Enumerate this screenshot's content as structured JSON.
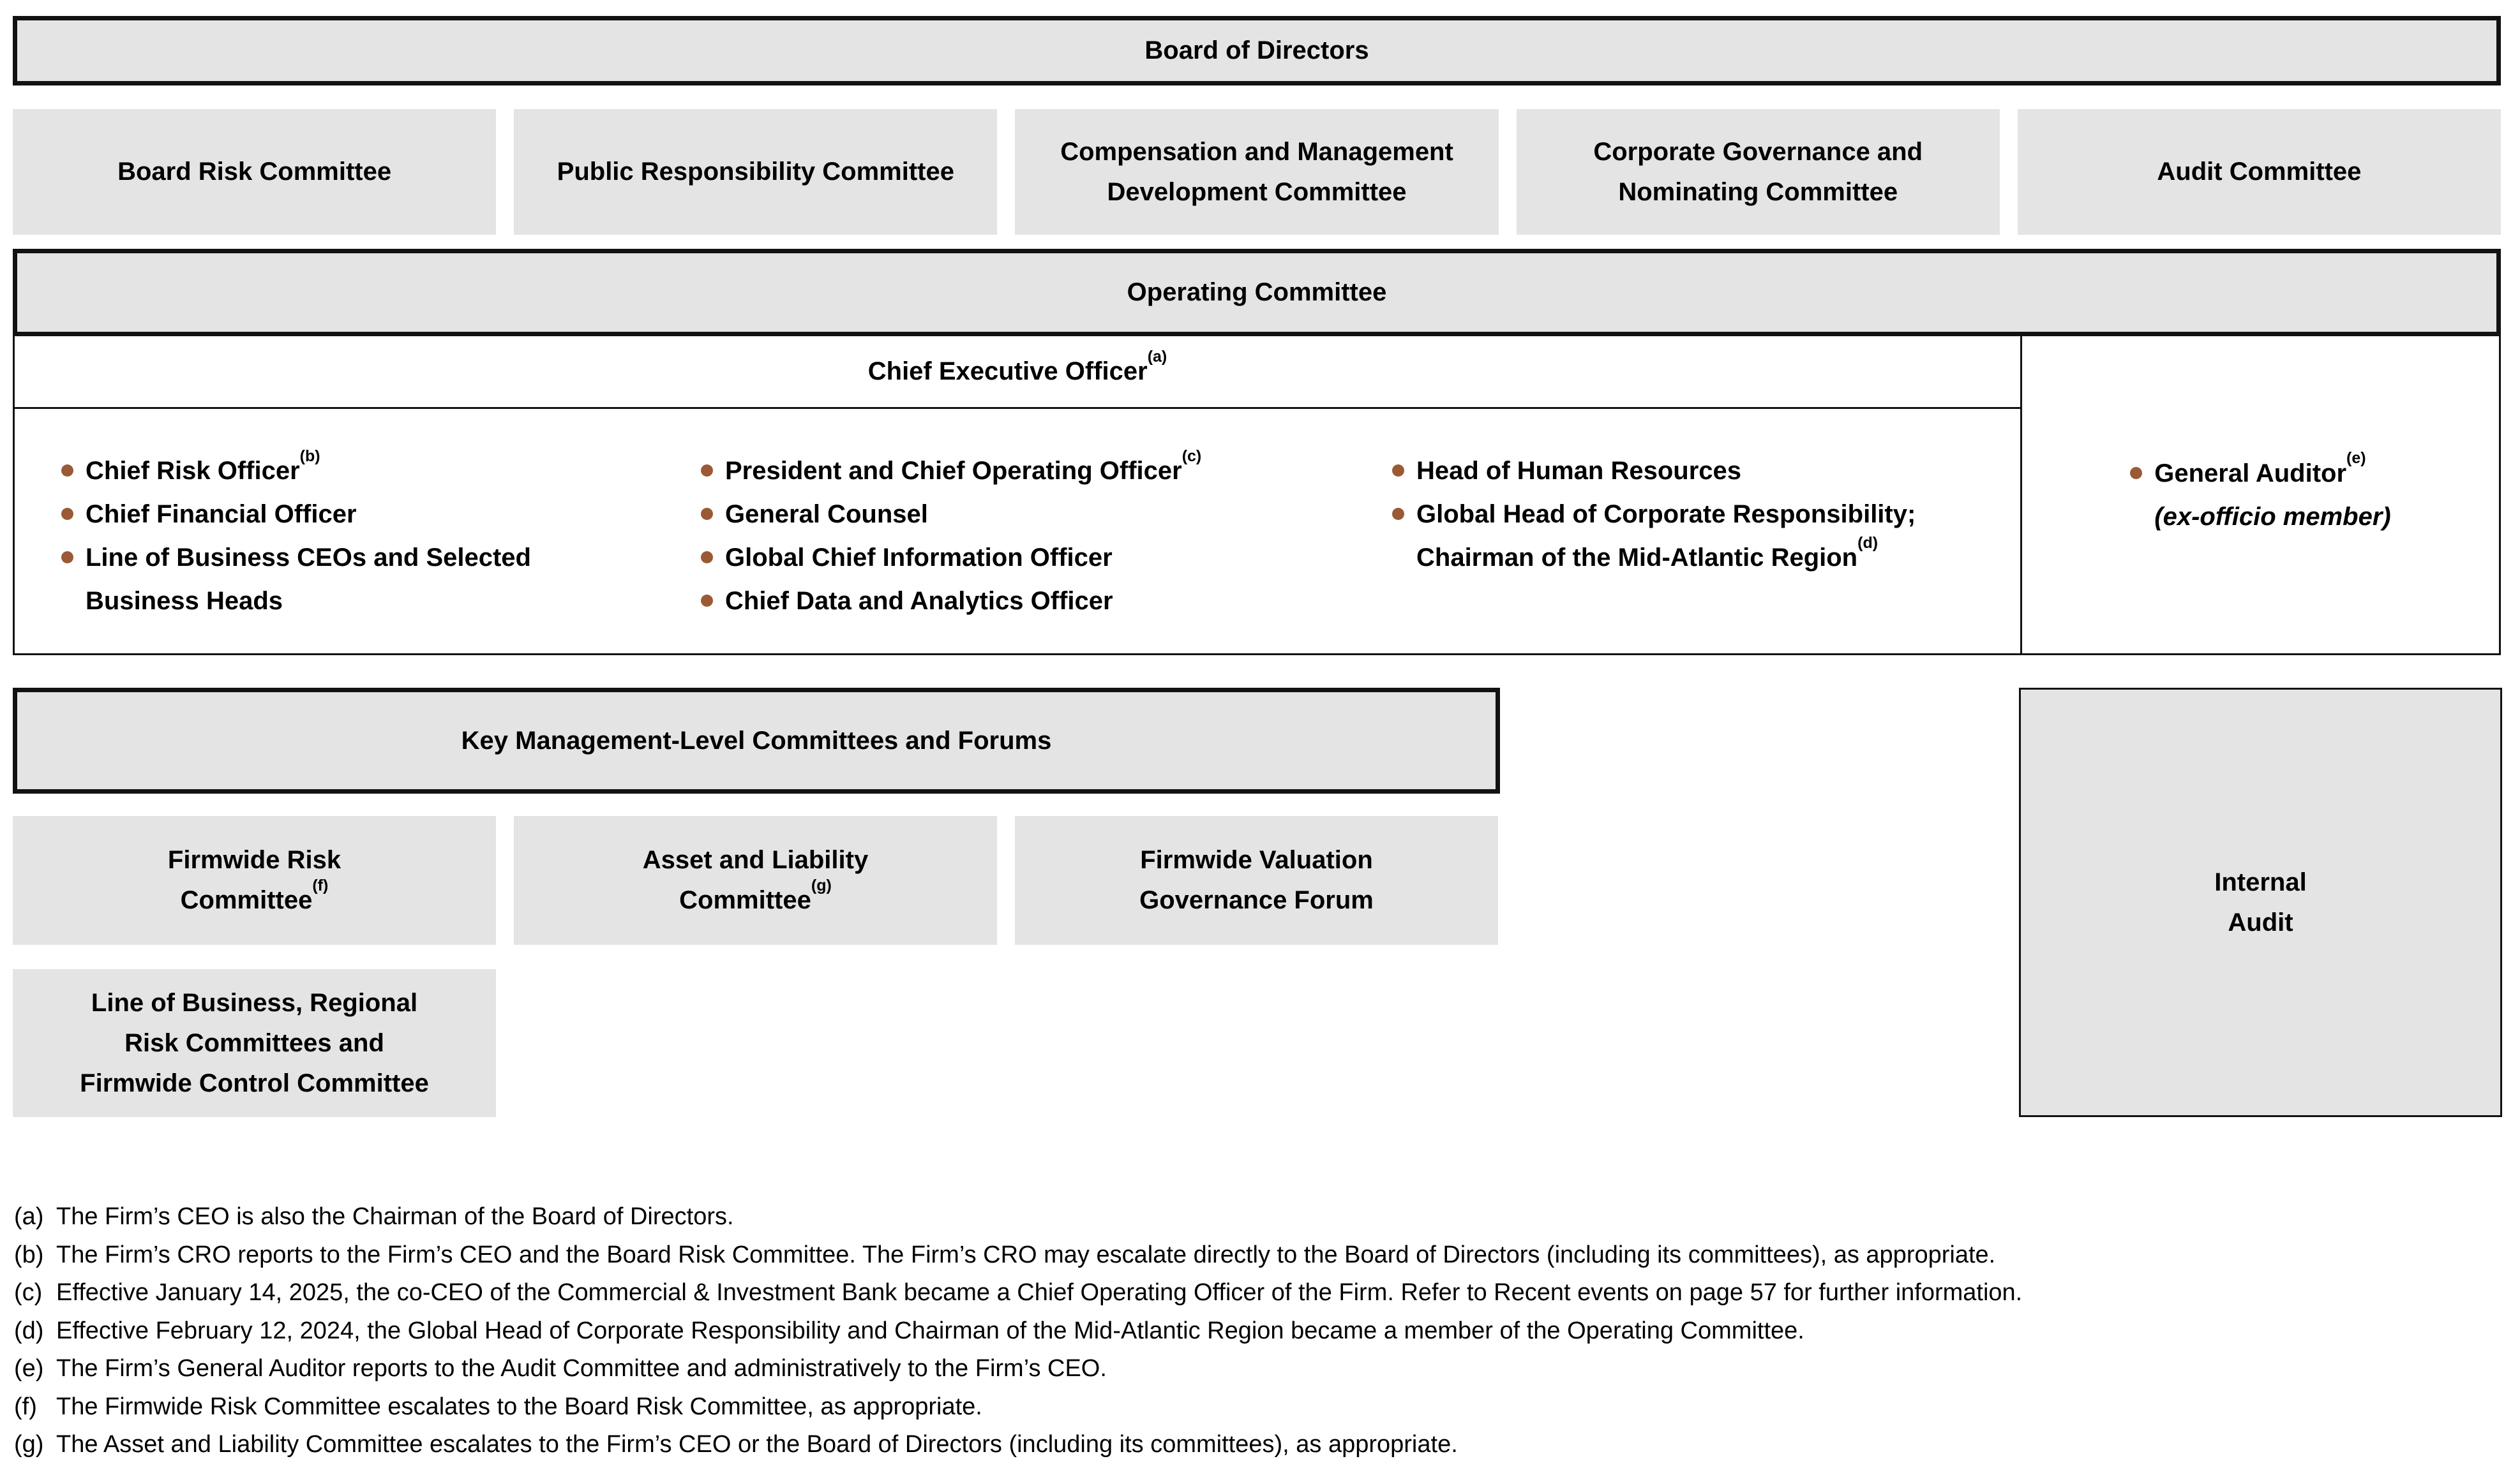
{
  "colors": {
    "box_fill": "#e4e4e4",
    "border": "#121212",
    "bullet": "#9a5a35",
    "text": "#000000"
  },
  "board": {
    "title": "Board of Directors"
  },
  "board_committees": [
    "Board Risk Committee",
    "Public Responsibility Committee",
    "Compensation and Management Development Committee",
    "Corporate Governance and Nominating Committee",
    "Audit Committee"
  ],
  "operating_committee": {
    "title": "Operating Committee",
    "ceo": {
      "label": "Chief Executive Officer",
      "footnote": "(a)"
    },
    "member_columns": [
      [
        {
          "label": "Chief Risk Officer",
          "footnote": "(b)"
        },
        {
          "label": "Chief Financial Officer",
          "footnote": ""
        },
        {
          "label": "Line of Business CEOs and Selected Business Heads",
          "footnote": ""
        }
      ],
      [
        {
          "label": "President and Chief Operating Officer",
          "footnote": "(c)"
        },
        {
          "label": "General Counsel",
          "footnote": ""
        },
        {
          "label": "Global Chief Information Officer",
          "footnote": ""
        },
        {
          "label": "Chief Data and Analytics Officer",
          "footnote": ""
        }
      ],
      [
        {
          "label": "Head of Human Resources",
          "footnote": ""
        },
        {
          "label": "Global Head of Corporate Responsibility; Chairman of the Mid-Atlantic Region",
          "footnote": "(d)"
        }
      ]
    ],
    "general_auditor": {
      "label": "General Auditor",
      "footnote": "(e)",
      "note": "(ex-officio member)"
    }
  },
  "key_management": {
    "title": "Key Management-Level Committees and Forums",
    "committees": [
      {
        "line1": "Firmwide Risk",
        "line2": "Committee",
        "footnote": "(f)"
      },
      {
        "line1": "Asset and Liability",
        "line2": "Committee",
        "footnote": "(g)"
      },
      {
        "line1": "Firmwide Valuation",
        "line2": "Governance Forum",
        "footnote": ""
      }
    ],
    "additional": {
      "line1": "Line of Business, Regional",
      "line2": "Risk Committees and",
      "line3": "Firmwide Control Committee"
    }
  },
  "internal_audit": {
    "line1": "Internal",
    "line2": "Audit"
  },
  "footnotes": [
    {
      "marker": "(a)",
      "text": "The Firm’s CEO is also the Chairman of the Board of Directors."
    },
    {
      "marker": "(b)",
      "text": "The Firm’s CRO reports to the Firm’s CEO and the Board Risk Committee. The Firm’s CRO may escalate directly to the Board of Directors (including its committees), as appropriate."
    },
    {
      "marker": "(c)",
      "text": "Effective January 14, 2025, the co-CEO of the Commercial & Investment Bank became a Chief Operating Officer of the Firm. Refer to Recent events on page 57 for further information."
    },
    {
      "marker": "(d)",
      "text": "Effective February 12, 2024, the Global Head of Corporate Responsibility and Chairman of the Mid-Atlantic Region became a member of the Operating Committee."
    },
    {
      "marker": "(e)",
      "text": "The Firm’s General Auditor reports to the Audit Committee and administratively to the Firm’s CEO."
    },
    {
      "marker": "(f)",
      "text": "The Firmwide Risk Committee escalates to the Board Risk Committee, as appropriate."
    },
    {
      "marker": "(g)",
      "text": "The Asset and Liability Committee escalates to the Firm’s CEO or the Board of Directors (including its committees), as appropriate."
    }
  ]
}
